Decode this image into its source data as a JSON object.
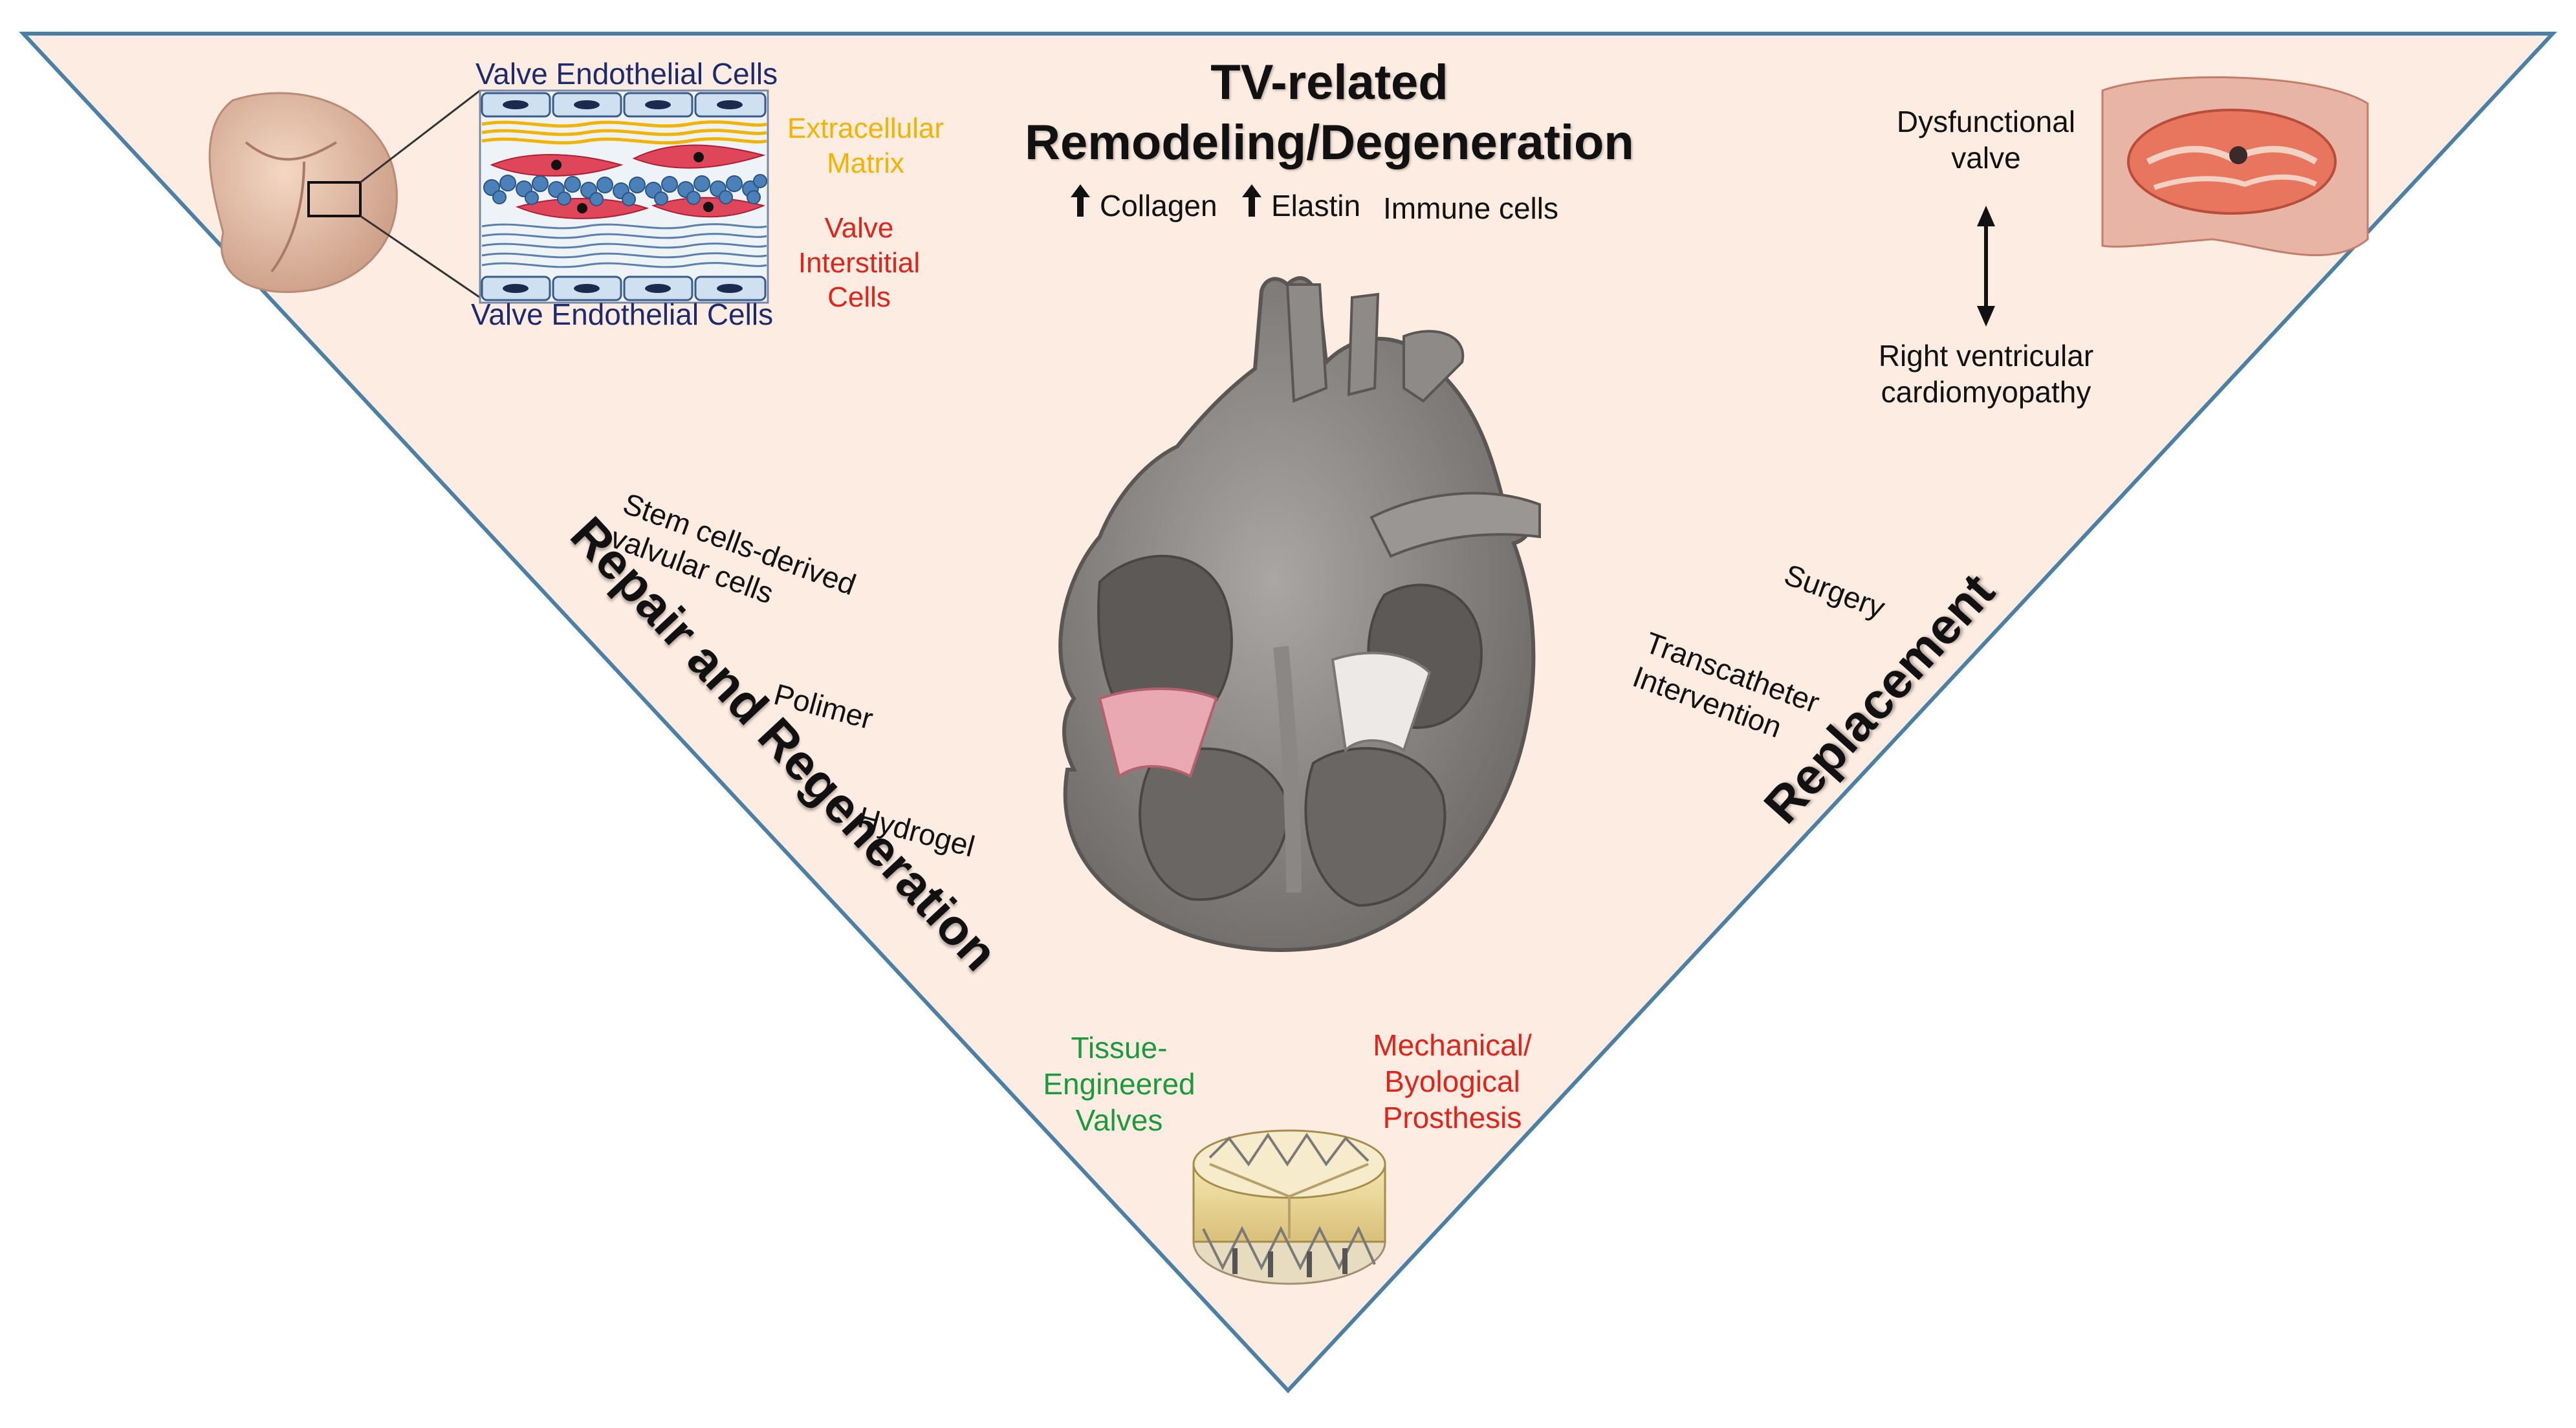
{
  "header": {
    "title_line1": "TV-related",
    "title_line2": "Remodeling/Degeneration",
    "markers": {
      "collagen": "Collagen",
      "elastin": "Elastin",
      "immune": "Immune cells"
    }
  },
  "valve_layers": {
    "top_label": "Valve Endothelial Cells",
    "bottom_label": "Valve Endothelial Cells",
    "ecm_line1": "Extracellular",
    "ecm_line2": "Matrix",
    "vic_line1": "Valve",
    "vic_line2": "Interstitial",
    "vic_line3": "Cells"
  },
  "right_panel": {
    "dysfunctional_line1": "Dysfunctional",
    "dysfunctional_line2": "valve",
    "rv_line1": "Right ventricular",
    "rv_line2": "cardiomyopathy"
  },
  "left_side": {
    "heading": "Repair and Regeneration",
    "stem_line1": "Stem cells-derived",
    "stem_line2": "valvular cells",
    "polimer": "Polimer",
    "hydrogel": "Hydrogel"
  },
  "right_side": {
    "heading": "Replacement",
    "surgery": "Surgery",
    "transcatheter_line1": "Transcatheter",
    "transcatheter_line2": "Intervention"
  },
  "bottom": {
    "tissue_line1": "Tissue-",
    "tissue_line2": "Engineered",
    "tissue_line3": "Valves",
    "mech_line1": "Mechanical/",
    "mech_line2": "Byological",
    "mech_line3": "Prosthesis"
  },
  "colors": {
    "triangle_fill": "#fdece1",
    "triangle_stroke": "#4a7fa6",
    "endothelial": "#1c2a6e",
    "ecm": "#f2b400",
    "interstitial": "#e2231a",
    "tissue_engineered": "#1a9a3c"
  }
}
